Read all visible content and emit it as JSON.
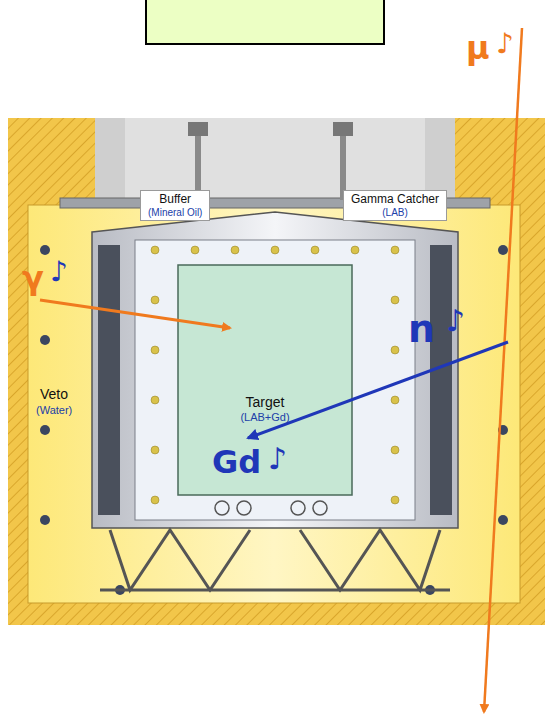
{
  "diagram": {
    "nodes": [
      {
        "text": [
          "Veto",
          "(Water)"
        ]
      },
      {
        "text": [
          "Buffer",
          "(Mineral Oil)"
        ]
      },
      {
        "text": [
          "Gamma Catcher",
          "(LAB)"
        ]
      },
      {
        "text": [
          "Target",
          "(LAB+Gd)"
        ],
        "in": 0
      }
    ],
    "edges": [],
    "labels": [
      "μ",
      "♪",
      "γ",
      "♪",
      "n",
      "♪",
      "Gd",
      "♪"
    ]
  }
}
